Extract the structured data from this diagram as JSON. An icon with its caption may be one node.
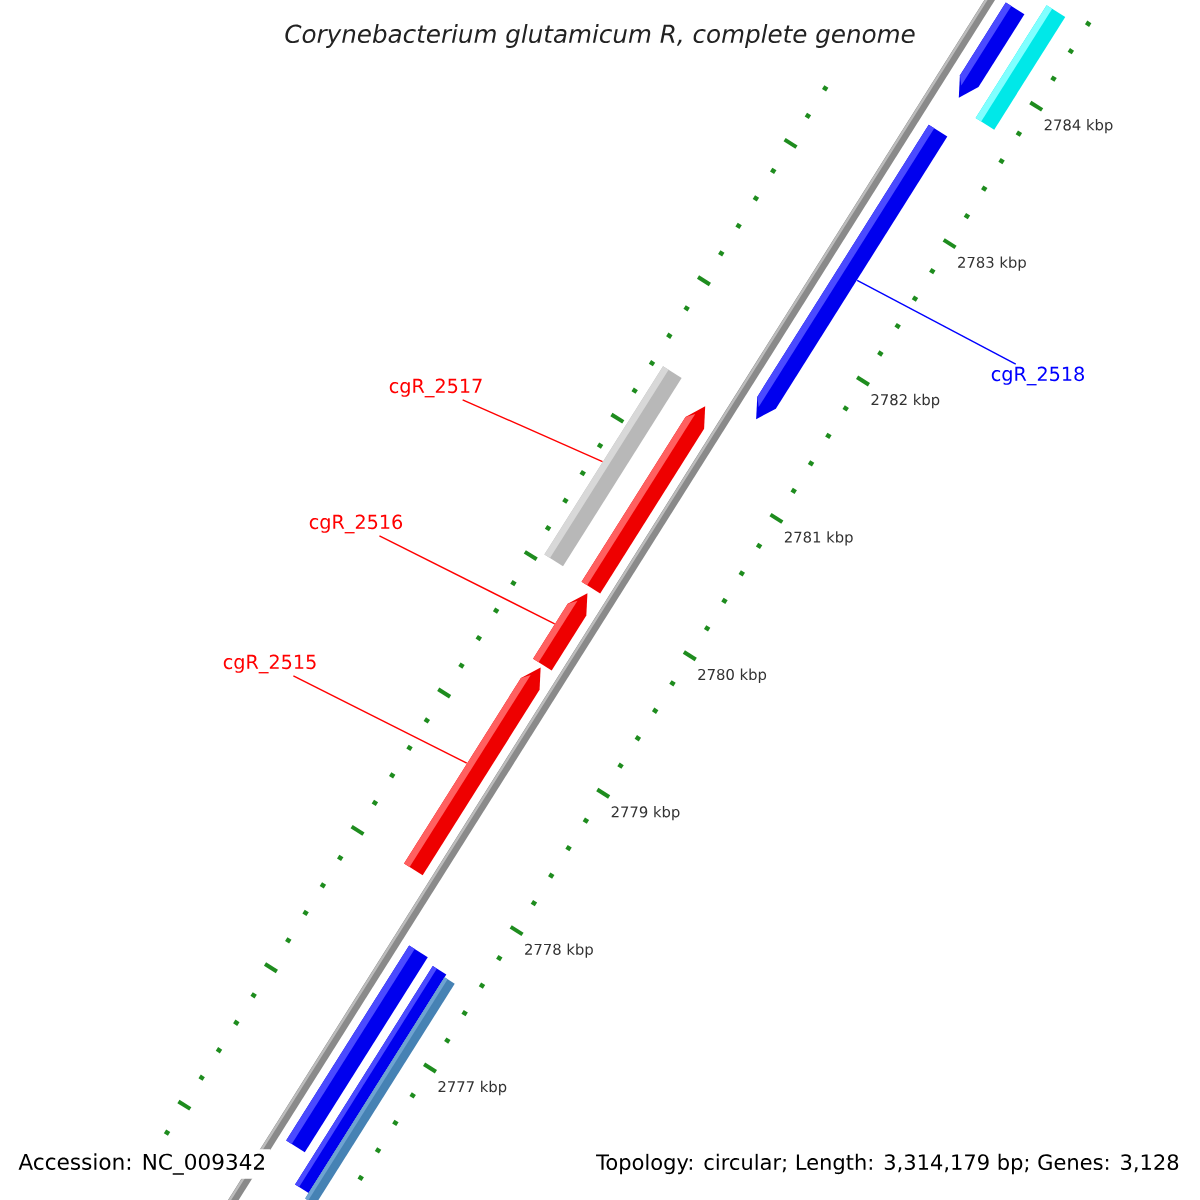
{
  "diagram": {
    "title": "Corynebacterium glutamicum R, complete genome",
    "nodes": [
      {
        "text": [],
        "shape": "bar"
      },
      {
        "text": [],
        "shape": "bar"
      },
      {
        "text": [],
        "shape": "bar"
      },
      {
        "text": [
          "cgR_2518"
        ]
      },
      {
        "text": [],
        "shape": "bar"
      },
      {
        "text": [
          "cgR_2517"
        ]
      },
      {
        "text": [],
        "shape": "bar"
      },
      {
        "text": [
          "cgR_2516"
        ]
      },
      {
        "text": [],
        "shape": "bar"
      },
      {
        "text": [
          "cgR_2515"
        ]
      },
      {
        "text": [],
        "shape": "bar"
      },
      {
        "text": [],
        "shape": "bar"
      },
      {
        "text": [],
        "shape": "bar"
      },
      {
        "text": [],
        "shape": "bar"
      }
    ],
    "edges": [
      {
        "from": 3,
        "to": 2,
        "arrow": "none",
        "color": "#0000ff"
      },
      {
        "from": 5,
        "to": 4,
        "arrow": "none"
      },
      {
        "from": 7,
        "to": 8,
        "arrow": "none"
      },
      {
        "from": 9,
        "to": 10,
        "arrow": "none"
      }
    ],
    "labels": [
      "2784 kbp",
      "2783 kbp",
      "2782 kbp",
      "2781 kbp",
      "2780 kbp",
      "2779 kbp",
      "2778 kbp",
      "2777 kbp",
      "Accession: NC_009342",
      "Topology: circular; Length: 3,314,179 bp; Genes: 3,128"
    ]
  }
}
